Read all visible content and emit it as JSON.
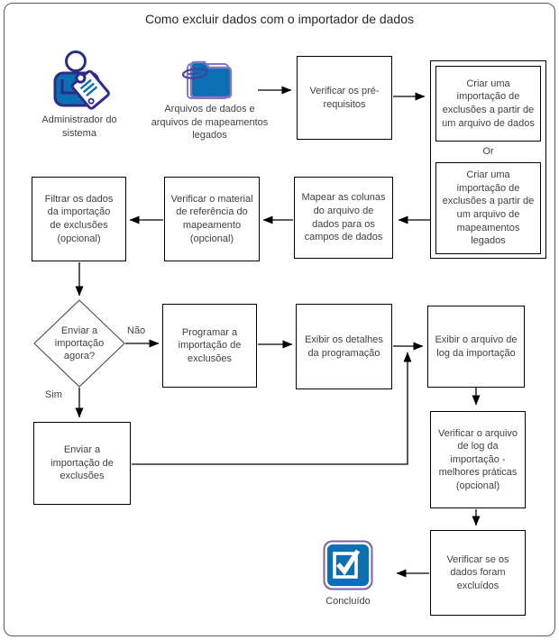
{
  "title": "Como excluir dados com o importador de dados",
  "actors": {
    "admin": "Administrador do sistema",
    "files": "Arquivos de dados e arquivos de mapeamentos legados",
    "done": "Concluído"
  },
  "steps": {
    "prereq": "Verificar os pré-requisitos",
    "create_from_data": "Criar uma importação de exclusões a partir de um arquivo de dados",
    "or": "Or",
    "create_from_legacy": "Criar uma importação de exclusões a partir de um arquivo de mapeamentos legados",
    "map_columns": "Mapear as colunas do arquivo de dados para os campos de dados",
    "verify_reference": "Verificar o material de referência do mapeamento (opcional)",
    "filter_data": "Filtrar os dados da importação de exclusões (opcional)",
    "schedule": "Programar a importação de exclusões",
    "view_schedule": "Exibir os detalhes da programação",
    "view_log": "Exibir o arquivo de log da importação",
    "submit": "Enviar a importação de exclusões",
    "verify_log": "Verificar o arquivo de log da importação - melhores práticas (opcional)",
    "verify_deleted": "Verificar se os dados foram excluídos"
  },
  "decision": {
    "question": "Enviar a importação agora?",
    "no": "Não",
    "yes": "Sim"
  },
  "colors": {
    "icon_blue": "#0b6fb4",
    "icon_purple": "#8677c0",
    "icon_navy": "#2d2e83",
    "check_purple": "#7b5ea7",
    "line": "#000000"
  }
}
